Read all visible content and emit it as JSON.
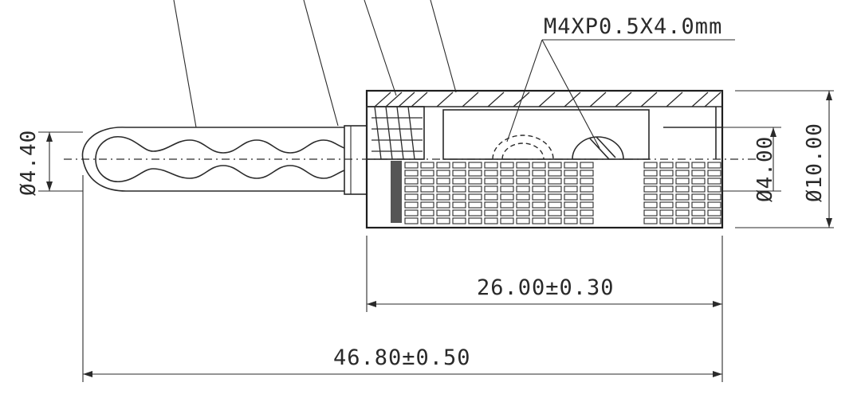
{
  "drawing": {
    "thread_callout": "M4XP0.5X4.0mm",
    "dimensions": {
      "pin_diameter": "Ø4.40",
      "hole_diameter": "Ø4.00",
      "body_diameter": "Ø10.00",
      "body_length": "26.00±0.30",
      "overall_length": "46.80±0.50"
    }
  }
}
